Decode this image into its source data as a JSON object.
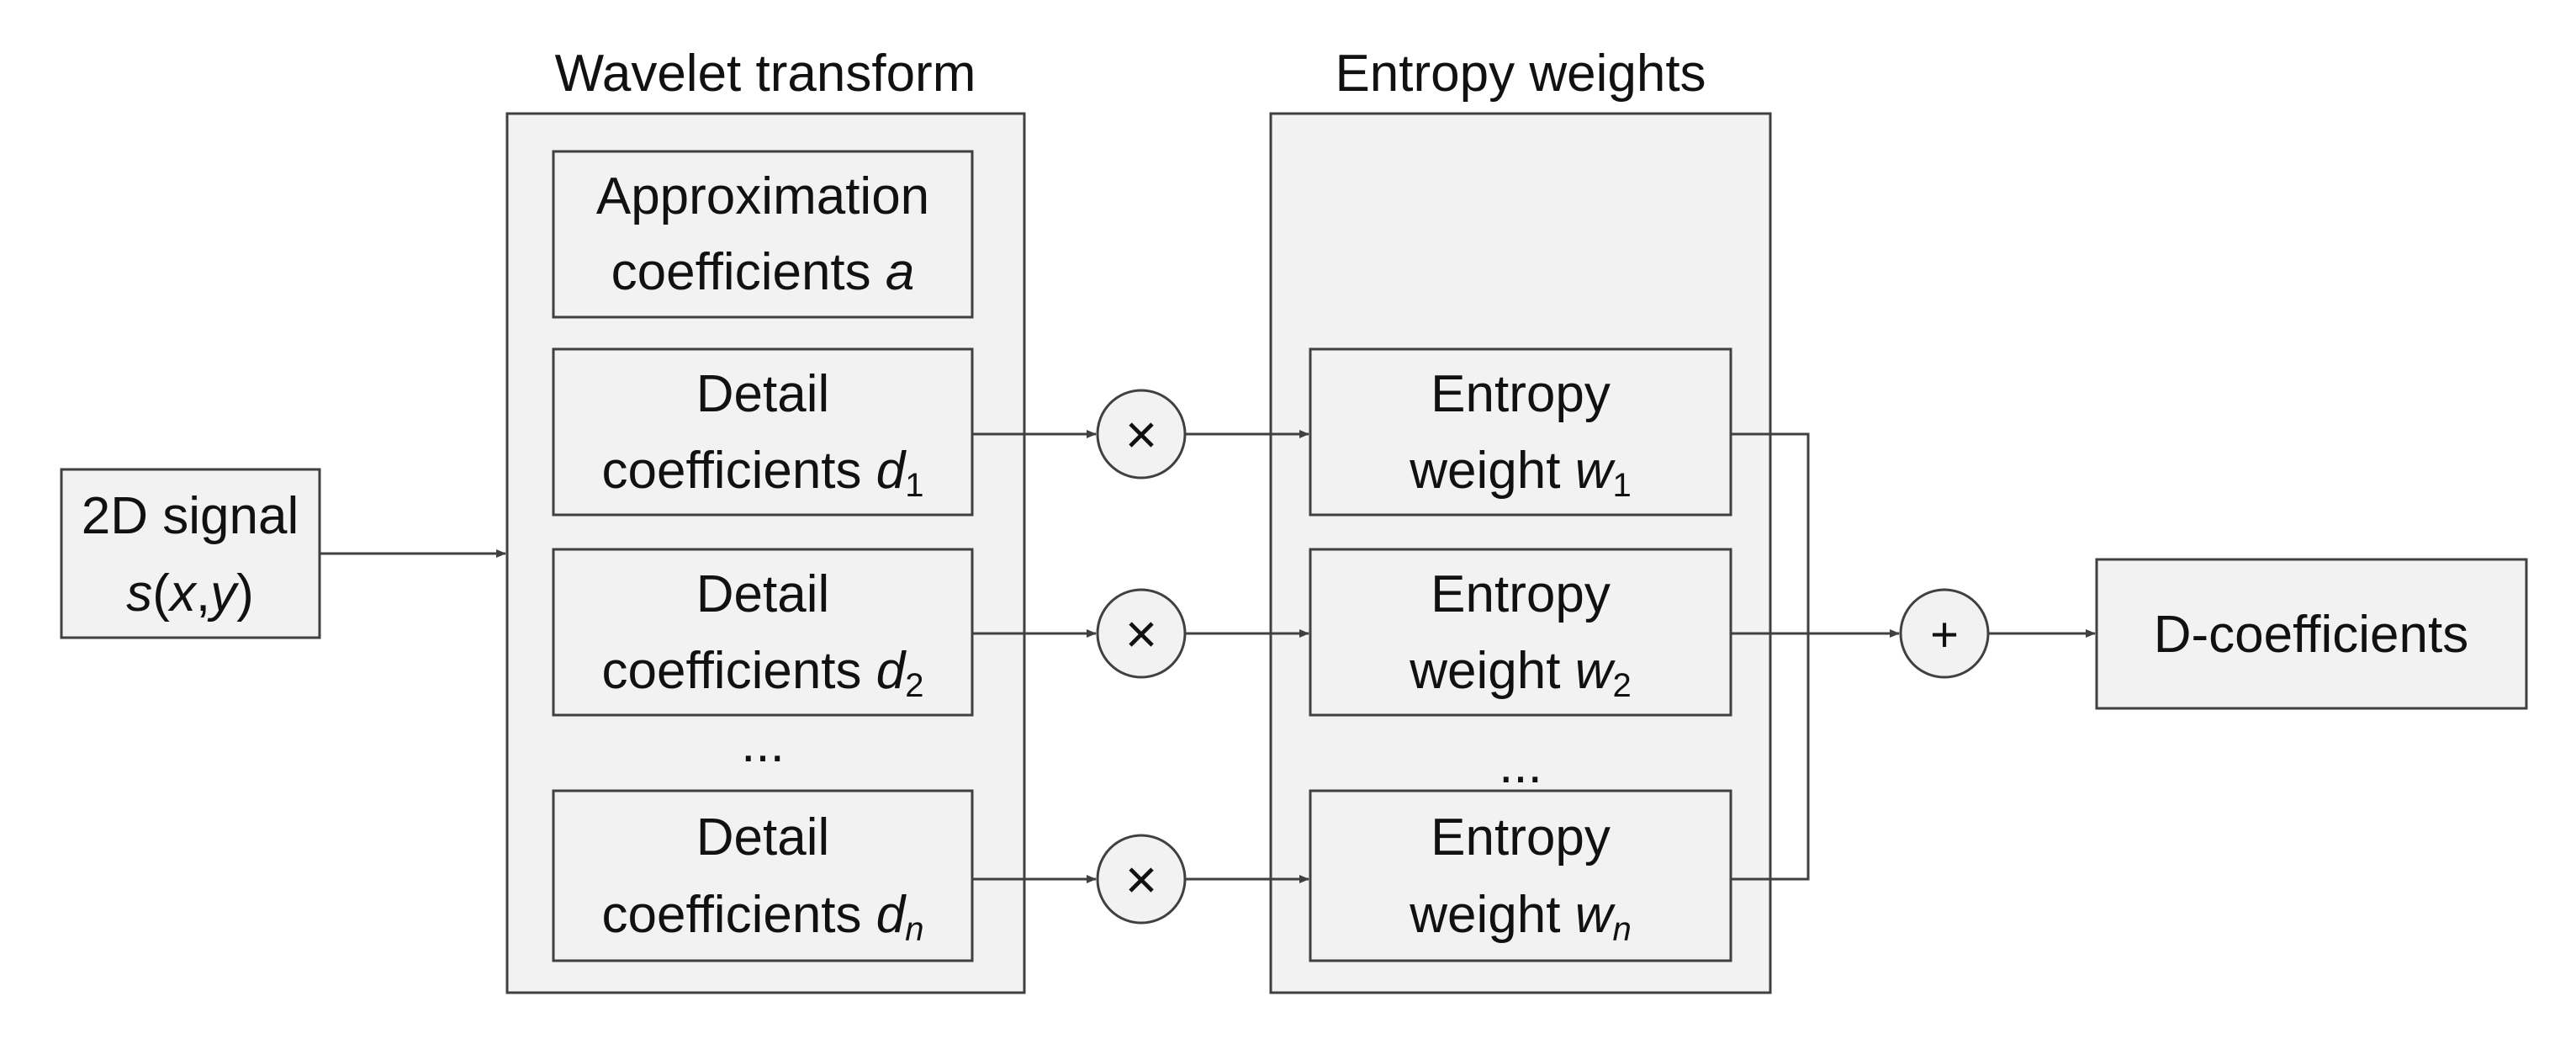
{
  "groups": {
    "wavelet": {
      "title": "Wavelet transform"
    },
    "entropy": {
      "title": "Entropy weights"
    }
  },
  "input": {
    "line1": "2D signal",
    "line2_s": "s",
    "line2_open": "(",
    "line2_x": "x",
    "line2_comma": ",",
    "line2_y": "y",
    "line2_close": ")"
  },
  "approx": {
    "line1": "Approximation",
    "line2": "coefficients ",
    "symbol": "a"
  },
  "details": [
    {
      "line1": "Detail",
      "line2": "coefficients ",
      "symbol": "d",
      "sub": "1"
    },
    {
      "line1": "Detail",
      "line2": "coefficients ",
      "symbol": "d",
      "sub": "2"
    },
    {
      "line1": "Detail",
      "line2": "coefficients ",
      "symbol": "d",
      "sub": "n"
    }
  ],
  "weights": [
    {
      "line1": "Entropy",
      "line2": "weight ",
      "symbol": "w",
      "sub": "1"
    },
    {
      "line1": "Entropy",
      "line2": "weight ",
      "symbol": "w",
      "sub": "2"
    },
    {
      "line1": "Entropy",
      "line2": "weight ",
      "symbol": "w",
      "sub": "n"
    }
  ],
  "ellipsis": "...",
  "multiply_symbol": "×",
  "sum_symbol": "+",
  "output": {
    "label": "D-coefficients"
  }
}
